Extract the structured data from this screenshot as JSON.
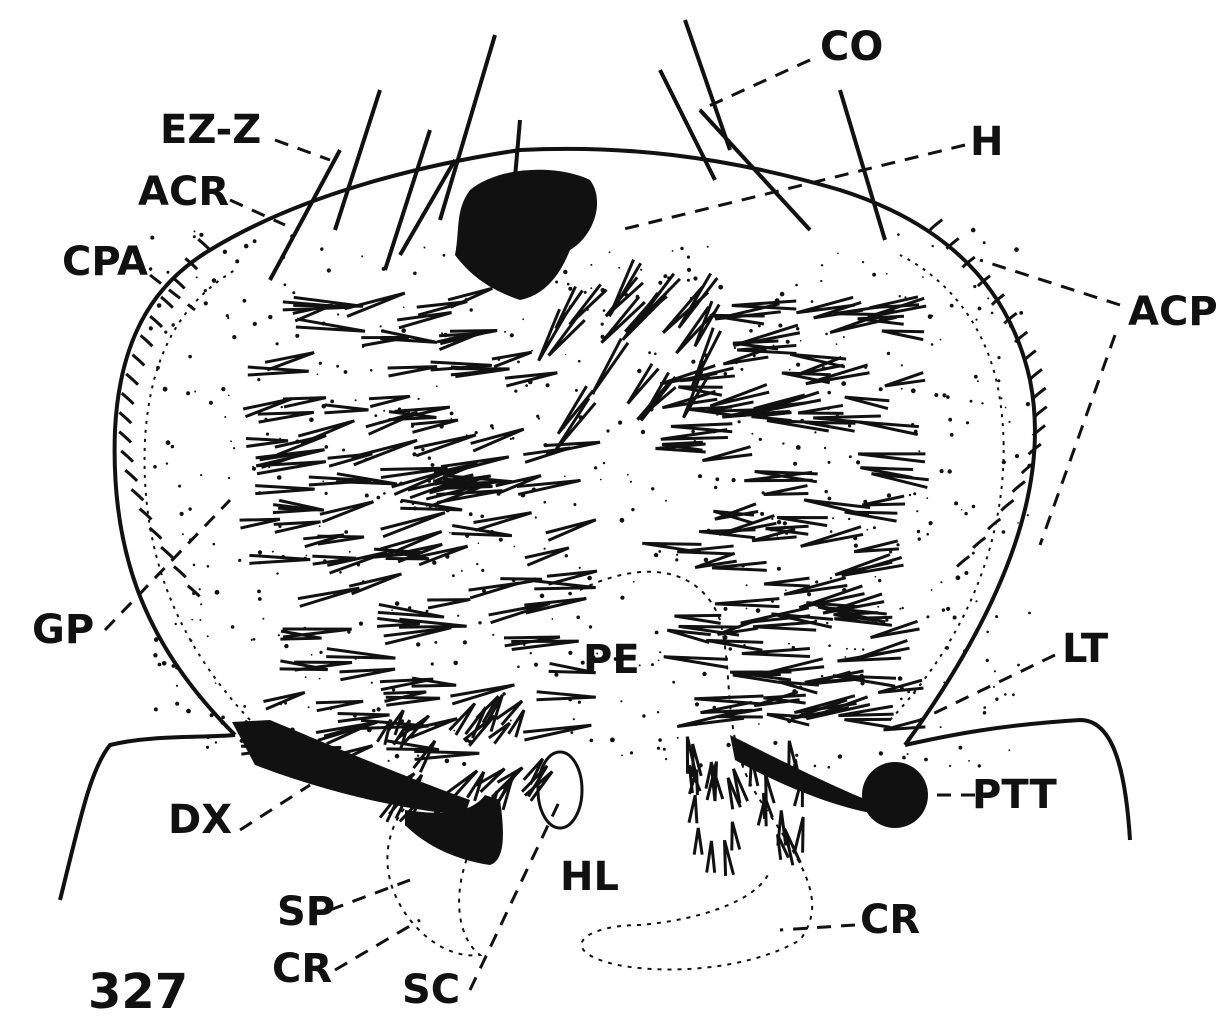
{
  "figure_number": "327",
  "labels": {
    "co": "CO",
    "h": "H",
    "ez_z": "EZ-Z",
    "acr": "ACR",
    "cpa": "CPA",
    "acp": "ACP",
    "gp": "GP",
    "pe": "PE",
    "lt": "LT",
    "dx": "DX",
    "ptt": "PTT",
    "hl": "HL",
    "sp": "SP",
    "cr_left": "CR",
    "sc": "SC",
    "cr_right": "CR"
  },
  "colors": {
    "ink": "#111111",
    "paper": "#ffffff"
  }
}
